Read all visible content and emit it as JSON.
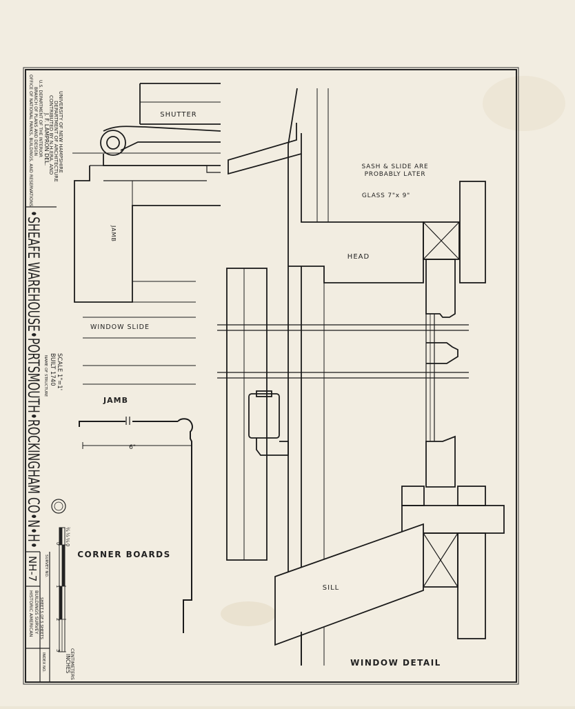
{
  "sheet": {
    "title_block": {
      "structure_title": "•SHEAFE WAREHOUSE•PORTSMOUTH•ROCKINGHAM CO•N•H•",
      "credits": [
        "OFFICE OF NATIONAL PARKS, BUILDINGS, AND RESERVATIONS",
        "BRANCH OF PLANS AND DESIGN",
        "U.S. DEPARTMENT OF THE INTERIOR"
      ],
      "delineator": [
        "J. F. LAMPRON   DEL.",
        "CONTRIBUTED BY N.H.ERA. AND",
        "DEPARTMENT OF ARCHITECTURE",
        "UNIVERSITY OF NEW HAMPSHIRE"
      ],
      "scale_text": "SCALE  1\"=1'",
      "built_text": "BUILT  1740",
      "name_caption": "NAME OF STRUCTURE",
      "survey_caption": "SURVEY NO.",
      "survey_no": "NH-7",
      "survey_name": [
        "HISTORIC AMERICAN",
        "BUILDINGS SURVEY"
      ],
      "sheet_text": "SHEET  5  OF  5  SHEETS",
      "index_caption": "INDEX NO.",
      "scale_bar": {
        "fractions": [
          "¾",
          "½",
          "¼",
          "0"
        ],
        "ticks": [
          "0",
          "1",
          "2",
          "3"
        ],
        "unit_top": "INCHES",
        "unit_bottom": "CENTIMETERS"
      }
    },
    "drawing": {
      "labels": {
        "shutter": "SHUTTER",
        "jamb_vertical": "JAMB",
        "window_slide": "WINDOW SLIDE",
        "jamb": "JAMB",
        "dimension_6": "6\"",
        "corner_boards": "CORNER BOARDS",
        "note_line1": "SASH & SLIDE ARE",
        "note_line2": "PROBABLY LATER",
        "glass": "GLASS 7\"x 9\"",
        "head": "HEAD",
        "sill": "SILL",
        "window_detail": "WINDOW DETAIL"
      }
    }
  }
}
